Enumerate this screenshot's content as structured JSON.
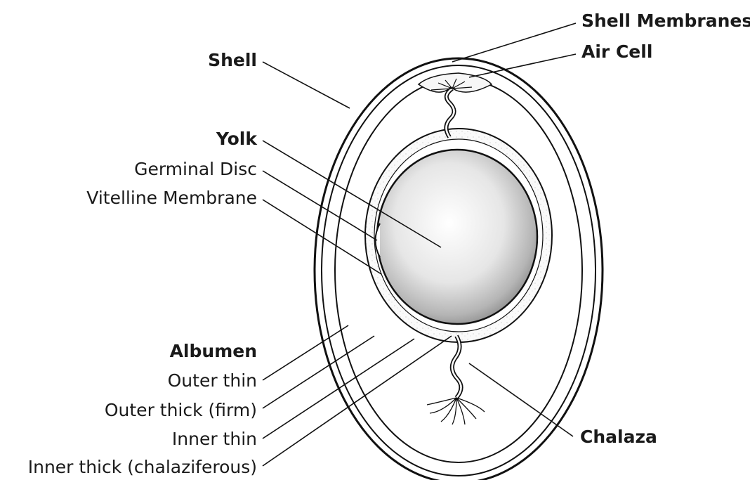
{
  "diagram": {
    "labels": {
      "shell": "Shell",
      "shell_membranes": "Shell Membranes",
      "air_cell": "Air Cell",
      "yolk": "Yolk",
      "germinal_disc": "Germinal Disc",
      "vitelline_membrane": "Vitelline Membrane",
      "albumen": "Albumen",
      "outer_thin": "Outer thin",
      "outer_thick": "Outer thick (firm)",
      "inner_thin": "Inner thin",
      "inner_thick": "Inner thick (chalaziferous)",
      "chalaza": "Chalaza"
    },
    "colors": {
      "line": "#111111",
      "shell_fill": "#f4f4f4",
      "yolk_center": "#ffffff",
      "yolk_edge": "#8a8a8a"
    }
  }
}
